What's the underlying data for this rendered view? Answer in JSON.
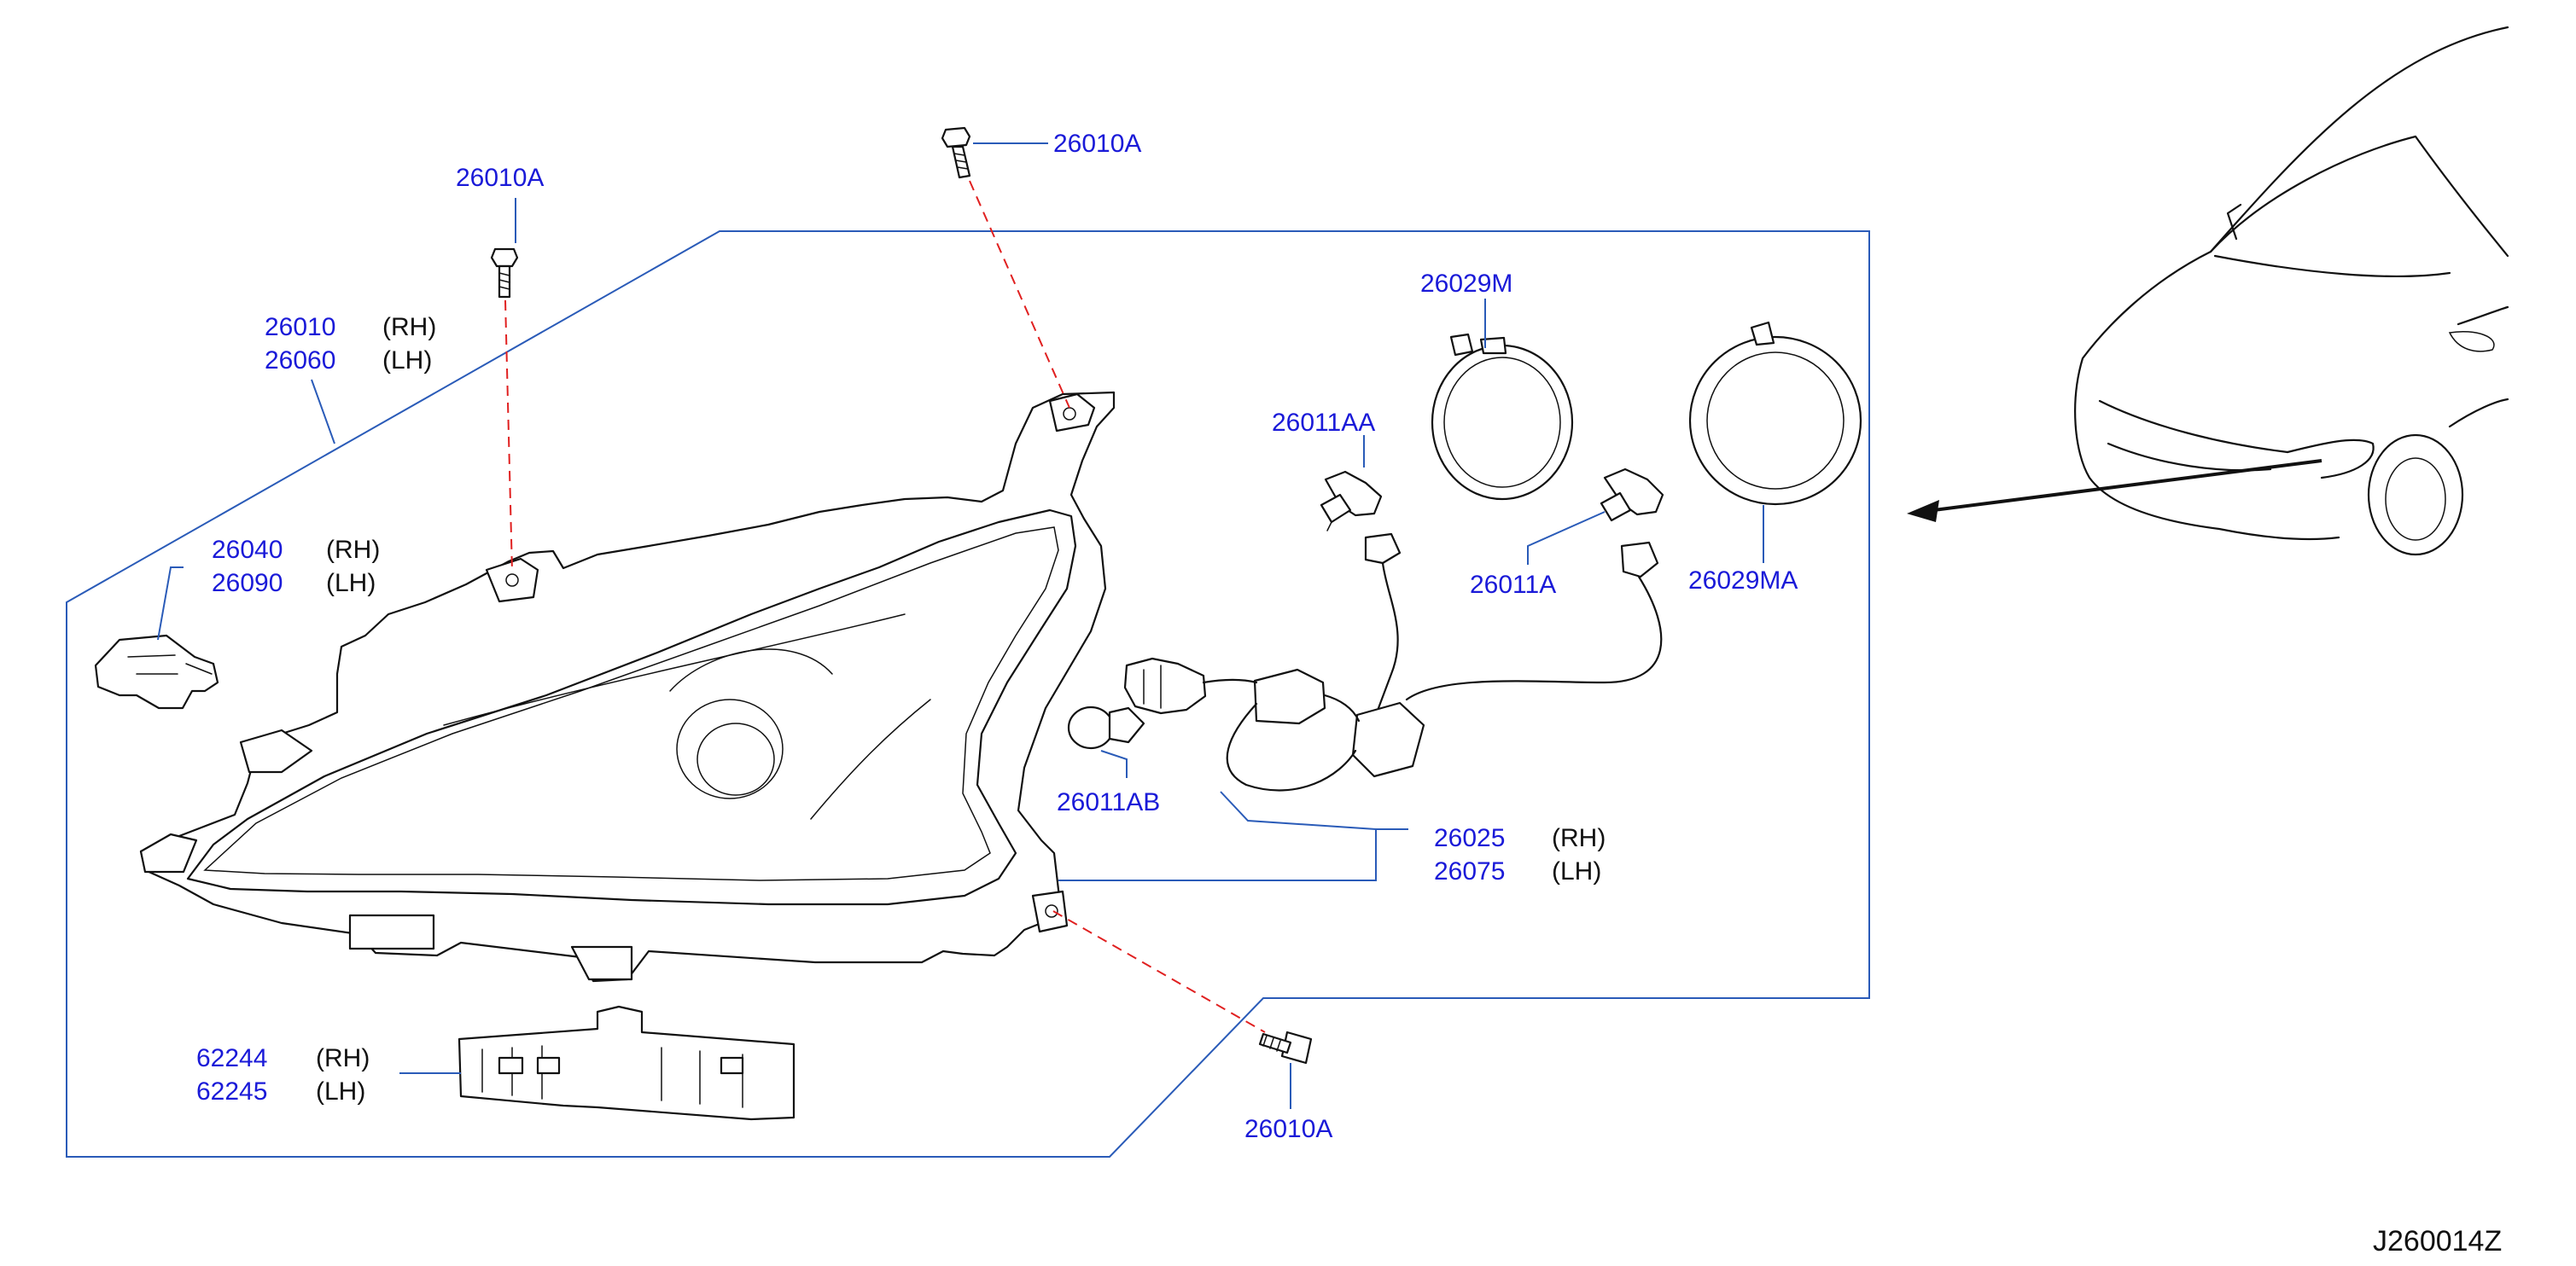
{
  "diagram_id": "J260014Z",
  "callouts": [
    {
      "id": "bolt-top-left",
      "part_no": "26010A"
    },
    {
      "id": "bolt-top-center",
      "part_no": "26010A"
    },
    {
      "id": "bolt-bottom",
      "part_no": "26010A"
    },
    {
      "id": "headlamp-assembly",
      "part_no_rh": "26010",
      "side_rh": "(RH)",
      "part_no_lh": "26060",
      "side_lh": "(LH)"
    },
    {
      "id": "bracket",
      "part_no_rh": "26040",
      "side_rh": "(RH)",
      "part_no_lh": "26090",
      "side_lh": "(LH)"
    },
    {
      "id": "bulb-aa",
      "part_no": "26011AA"
    },
    {
      "id": "bulb-a",
      "part_no": "26011A"
    },
    {
      "id": "bulb-ab",
      "part_no": "26011AB"
    },
    {
      "id": "cap-m",
      "part_no": "26029M"
    },
    {
      "id": "cap-ma",
      "part_no": "26029MA"
    },
    {
      "id": "harness",
      "part_no_rh": "26025",
      "side_rh": "(RH)",
      "part_no_lh": "26075",
      "side_lh": "(LH)"
    },
    {
      "id": "lower-bracket",
      "part_no_rh": "62244",
      "side_rh": "(RH)",
      "part_no_lh": "62245",
      "side_lh": "(LH)"
    }
  ],
  "colors": {
    "part_number": "#1a1ad8",
    "leader_line": "#2a5bb8",
    "dashed_axis": "#e02020",
    "outline": "#111111"
  }
}
